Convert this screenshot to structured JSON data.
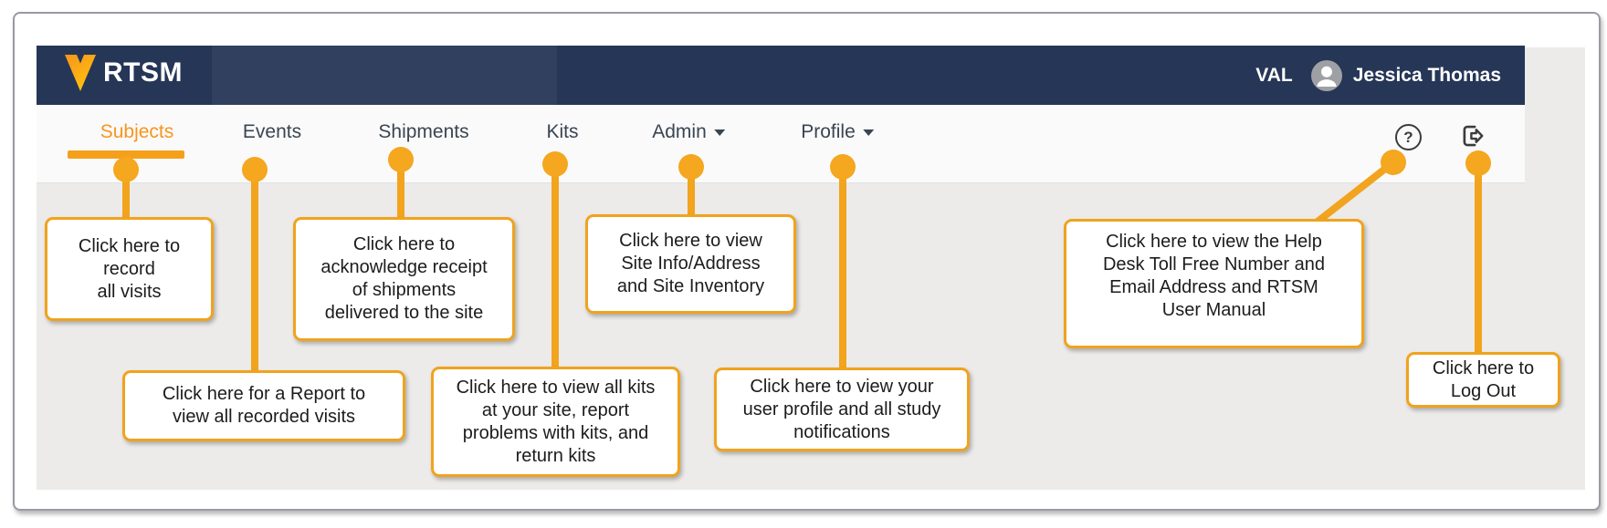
{
  "header": {
    "logo_text": "RTSM",
    "environment": "VAL",
    "user_name": "Jessica Thomas"
  },
  "navbar": {
    "items": [
      {
        "label": "Subjects",
        "active": true
      },
      {
        "label": "Events",
        "active": false
      },
      {
        "label": "Shipments",
        "active": false
      },
      {
        "label": "Kits",
        "active": false
      },
      {
        "label": "Admin",
        "active": false,
        "has_dropdown": true
      },
      {
        "label": "Profile",
        "active": false,
        "has_dropdown": true
      }
    ]
  },
  "icons": {
    "help_glyph": "?",
    "logout": "logout-arrow-through-door",
    "avatar": "person-silhouette"
  },
  "callouts": [
    {
      "id": "subjects",
      "text": "Click here to\nrecord\nall visits"
    },
    {
      "id": "events",
      "text": "Click here for a Report to\nview all recorded visits"
    },
    {
      "id": "shipments",
      "text": "Click here to\nacknowledge receipt\nof shipments\ndelivered to the site"
    },
    {
      "id": "kits",
      "text": "Click here to view all kits\nat your site, report\nproblems with kits, and\nreturn kits"
    },
    {
      "id": "admin",
      "text": "Click here to view\nSite Info/Address\nand Site Inventory"
    },
    {
      "id": "profile",
      "text": "Click here to view your\nuser profile and all study\nnotifications"
    },
    {
      "id": "help",
      "text": "Click here to view the Help\nDesk Toll Free Number and\nEmail Address and RTSM\nUser Manual"
    },
    {
      "id": "logout",
      "text": "Click here to\nLog Out"
    }
  ],
  "colors": {
    "accent_orange": "#F2A41E",
    "callout_border": "#F0A31D",
    "header_navy": "#263657",
    "active_tab_orange": "#F7951D",
    "panel_gray": "#ECEBEA"
  }
}
